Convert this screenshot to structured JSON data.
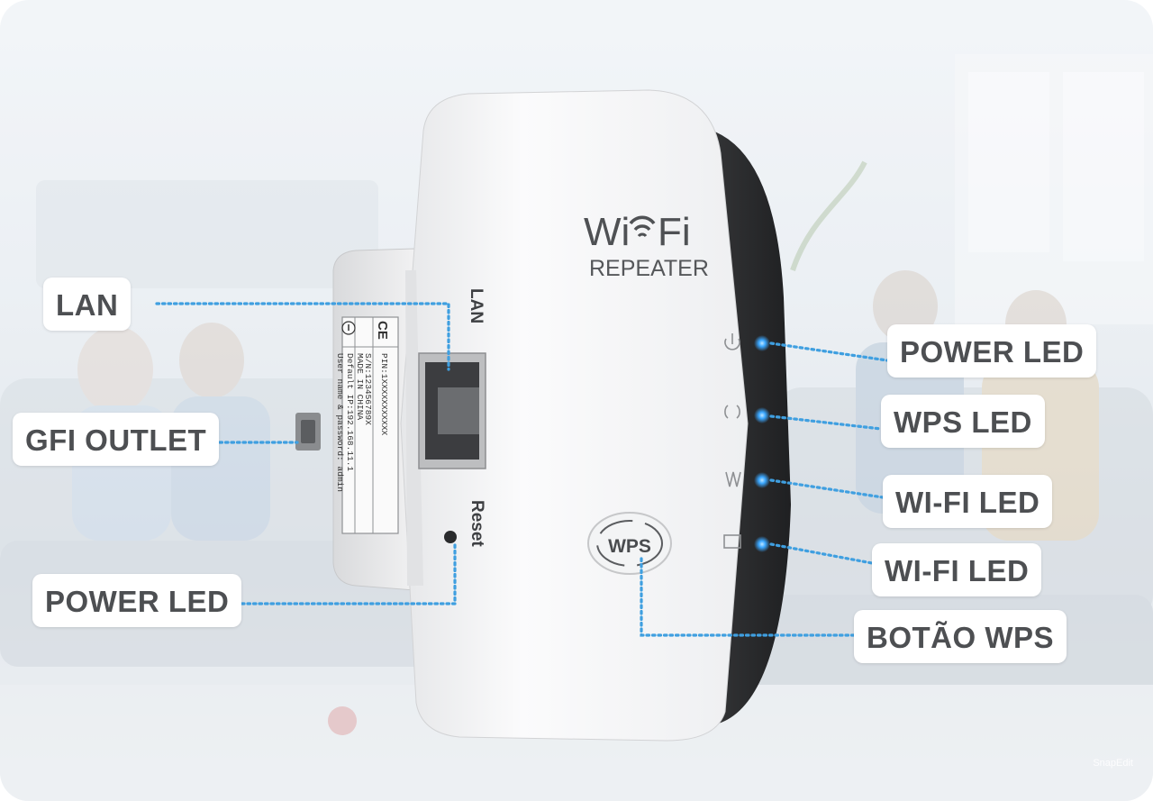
{
  "device": {
    "logo_wi": "Wi",
    "logo_fi": "Fi",
    "logo_subtitle": "REPEATER",
    "port_label": "LAN",
    "reset_label": "Reset",
    "wps_button_text": "WPS",
    "sticker_lines": [
      "Default IP:192.168.11.1",
      "User name & password: admin",
      "MADE IN CHINA",
      "S/N:123456789X",
      "PIN:1XXXXXXXXXXX"
    ],
    "cert_marks": "CE",
    "led_color": "#3aa7ff",
    "body_color": "#f5f6f7",
    "side_color": "#2b2c2e"
  },
  "callouts": {
    "lan": "LAN",
    "gfi_outlet": "GFI OUTLET",
    "power_led_left": "POWER LED",
    "power_led": "POWER LED",
    "wps_led": "WPS LED",
    "wifi_led_1": "WI-FI LED",
    "wifi_led_2": "WI-FI LED",
    "wps_button": "BOTÃO WPS"
  },
  "watermark": "SnapEdit",
  "connector_color": "#3f9fe0"
}
